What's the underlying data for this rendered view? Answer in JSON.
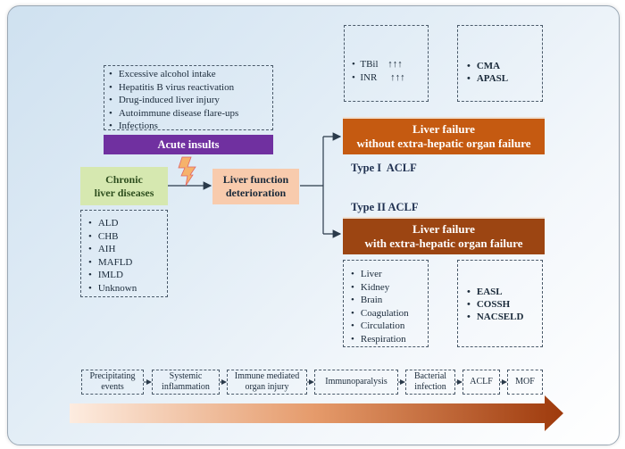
{
  "acute_insults": {
    "items": [
      "Excessive alcohol intake",
      "Hepatitis B virus reactivation",
      "Drug-induced liver injury",
      "Autoimmune disease flare-ups",
      "Infections"
    ],
    "label": "Acute insults"
  },
  "chronic": {
    "line1": "Chronic",
    "line2": "liver diseases"
  },
  "chronic_causes": [
    "ALD",
    "CHB",
    "AIH",
    "MAFLD",
    "IMLD",
    "Unknown"
  ],
  "deterioration": {
    "line1": "Liver function",
    "line2": "deterioration"
  },
  "lab_box": {
    "tbil": "TBil",
    "tbil_arrows": "↑↑↑",
    "inr": "INR",
    "inr_arrows": "↑↑↑"
  },
  "type1_criteria": [
    "CMA",
    "APASL"
  ],
  "type1": {
    "label": "Type I  ACLF",
    "line1": "Liver failure",
    "line2": "without extra-hepatic organ failure"
  },
  "type2": {
    "label": "Type II ACLF",
    "line1": "Liver failure",
    "line2": "with extra-hepatic organ failure"
  },
  "organs": [
    "Liver",
    "Kidney",
    "Brain",
    "Coagulation",
    "Circulation",
    "Respiration"
  ],
  "type2_criteria": [
    "EASL",
    "COSSH",
    "NACSELD"
  ],
  "timeline": [
    {
      "line1": "Precipitating",
      "line2": "events"
    },
    {
      "line1": "Systemic",
      "line2": "inflammation"
    },
    {
      "line1": "Immune mediated",
      "line2": "organ injury"
    },
    {
      "line1": "Immunoparalysis",
      "line2": ""
    },
    {
      "line1": "Bacterial",
      "line2": "infection"
    },
    {
      "line1": "ACLF",
      "line2": ""
    },
    {
      "line1": "MOF",
      "line2": ""
    }
  ],
  "colors": {
    "purple": "#7030a0",
    "green": "#d6e8b0",
    "peach": "#f8cbad",
    "orange_type1": "#c55a11",
    "orange_type2": "#9c4512",
    "lightning": "#f4a460",
    "arrow_gradient_start": "#fde9dc",
    "arrow_gradient_end": "#a13a0b"
  }
}
